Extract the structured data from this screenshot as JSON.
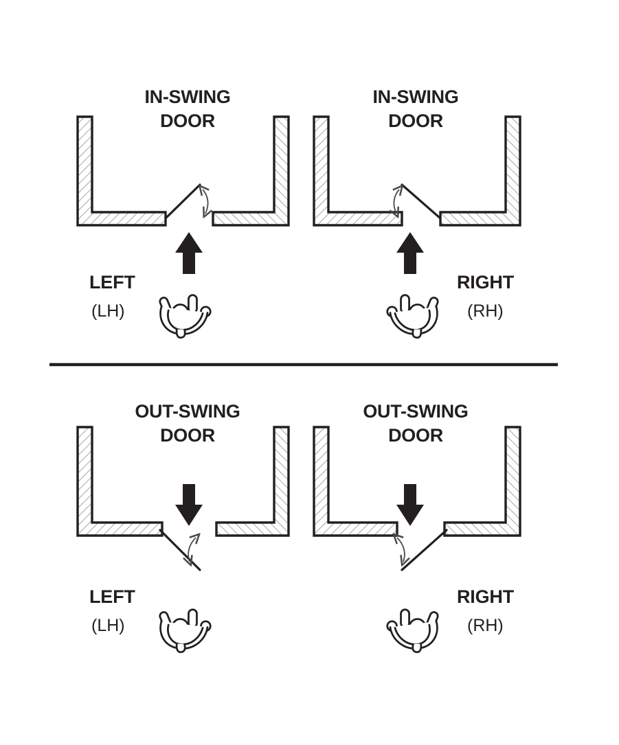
{
  "figure": {
    "title_hidden": "Door Handing Reference Diagram",
    "background_color": "#ffffff",
    "ink_color": "#231f20",
    "wall_fill": "#ffffff",
    "hatch_color": "#8a8a8a",
    "divider": {
      "name": "horizontal-rule",
      "color": "#231f20"
    }
  },
  "panels": [
    {
      "id": "in-swing-left",
      "swing_label_line1": "IN-SWING",
      "swing_label_line2": "DOOR",
      "hand_label": "LEFT",
      "hand_abbrev": "(LH)",
      "hand_icon": "left-hand-icon",
      "arrow_icon": "arrow-up-icon",
      "arrow_direction": "up",
      "hinge_side": "left",
      "label_side": "left"
    },
    {
      "id": "in-swing-right",
      "swing_label_line1": "IN-SWING",
      "swing_label_line2": "DOOR",
      "hand_label": "RIGHT",
      "hand_abbrev": "(RH)",
      "hand_icon": "right-hand-icon",
      "arrow_icon": "arrow-up-icon",
      "arrow_direction": "up",
      "hinge_side": "right",
      "label_side": "right"
    },
    {
      "id": "out-swing-left",
      "swing_label_line1": "OUT-SWING",
      "swing_label_line2": "DOOR",
      "hand_label": "LEFT",
      "hand_abbrev": "(LH)",
      "hand_icon": "left-hand-icon",
      "arrow_icon": "arrow-down-icon",
      "arrow_direction": "down",
      "hinge_side": "left",
      "label_side": "left"
    },
    {
      "id": "out-swing-right",
      "swing_label_line1": "OUT-SWING",
      "swing_label_line2": "DOOR",
      "hand_label": "RIGHT",
      "hand_abbrev": "(RH)",
      "hand_icon": "right-hand-icon",
      "arrow_icon": "arrow-down-icon",
      "arrow_direction": "down",
      "hinge_side": "right",
      "label_side": "right"
    }
  ]
}
